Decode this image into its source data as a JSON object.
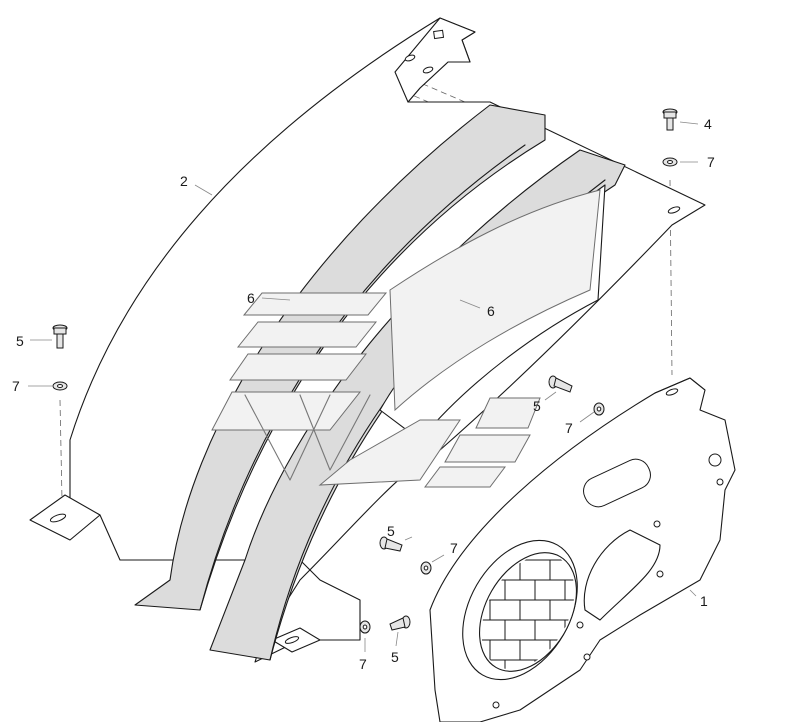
{
  "callouts": {
    "part_1": "1",
    "part_2": "2",
    "part_4": "4",
    "part_5": "5",
    "part_6": "6",
    "part_7": "7"
  },
  "colors": {
    "line": "#1a1a1a",
    "band_fill": "#dcdcdc",
    "decal_fill": "#f2f2f2"
  }
}
